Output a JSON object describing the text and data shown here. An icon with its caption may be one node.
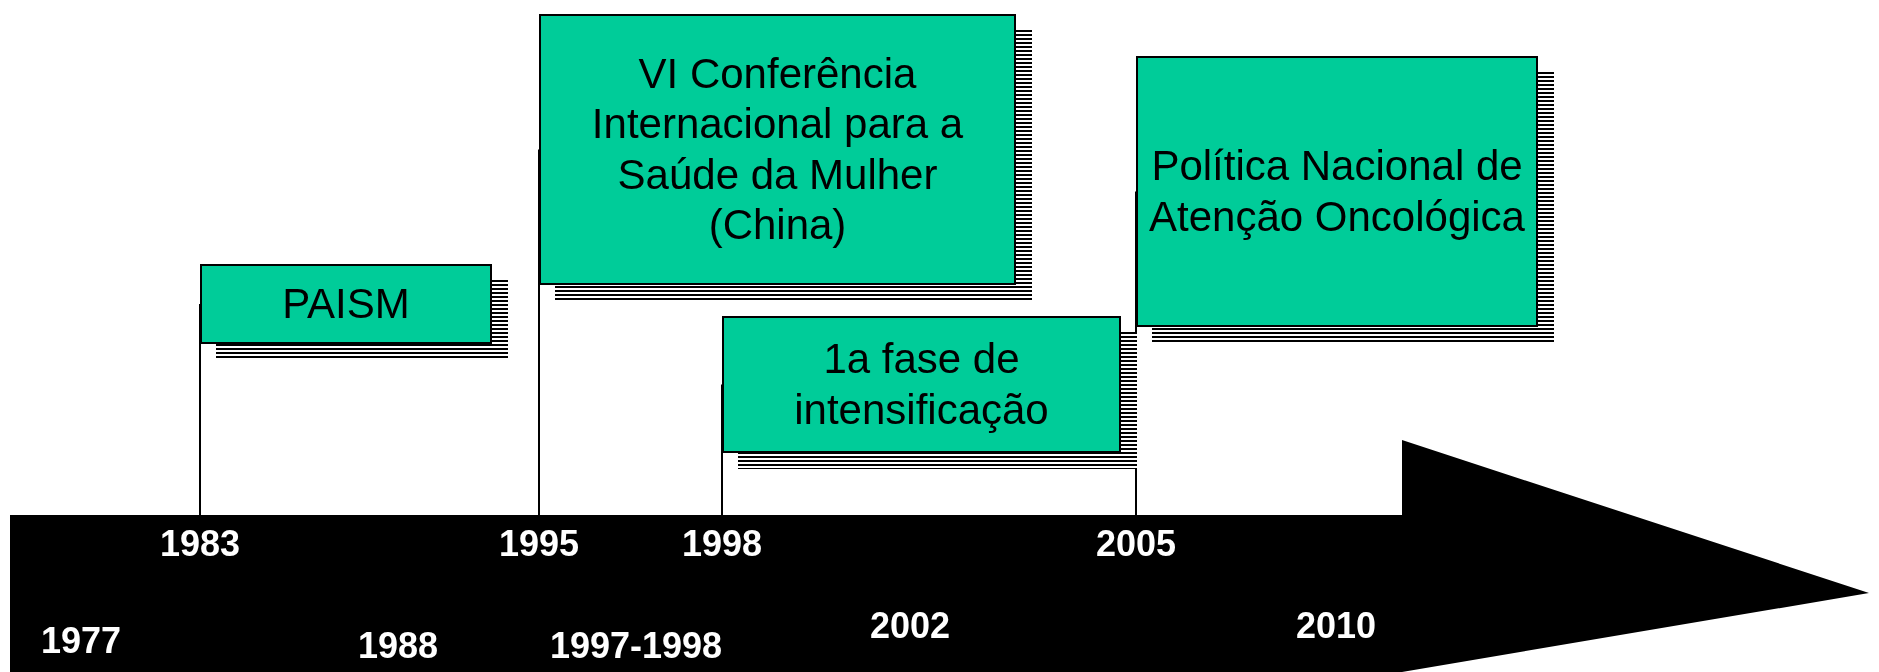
{
  "diagram": {
    "nodes": [
      {
        "text": [
          "VI Conferência Internacional para a Saúde da Mulher (China)"
        ]
      },
      {
        "text": [
          "Política Nacional de Atenção Oncológica"
        ]
      },
      {
        "text": [
          "PAISM"
        ]
      },
      {
        "text": [
          "1a fase de intensificação"
        ]
      },
      {
        "text": [
          "1983"
        ]
      },
      {
        "text": [
          "1995"
        ]
      },
      {
        "text": [
          "1998"
        ]
      },
      {
        "text": [
          "2005"
        ]
      }
    ],
    "edges": [
      {
        "from": 4,
        "to": 2,
        "arrow": "none"
      },
      {
        "from": 5,
        "to": 0,
        "arrow": "none"
      },
      {
        "from": 6,
        "to": 3,
        "arrow": "none"
      },
      {
        "from": 7,
        "to": 1,
        "arrow": "none"
      }
    ],
    "labels": [
      "1977",
      "1988",
      "1997-1998",
      "2002",
      "2010"
    ]
  }
}
